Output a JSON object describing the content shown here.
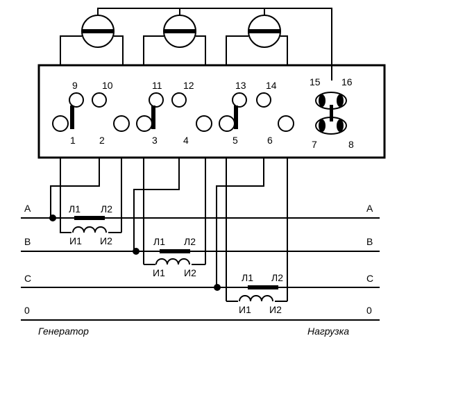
{
  "terminal_labels": {
    "t1": "1",
    "t2": "2",
    "t3": "3",
    "t4": "4",
    "t5": "5",
    "t6": "6",
    "t7": "7",
    "t8": "8",
    "t9": "9",
    "t10": "10",
    "t11": "11",
    "t12": "12",
    "t13": "13",
    "t14": "14",
    "t15": "15",
    "t16": "16"
  },
  "phases": {
    "left": [
      "A",
      "B",
      "C",
      "0"
    ],
    "right": [
      "A",
      "B",
      "C",
      "0"
    ]
  },
  "transformers": [
    {
      "l1": "Л1",
      "l2": "Л2",
      "i1": "И1",
      "i2": "И2"
    },
    {
      "l1": "Л1",
      "l2": "Л2",
      "i1": "И1",
      "i2": "И2"
    },
    {
      "l1": "Л1",
      "l2": "Л2",
      "i1": "И1",
      "i2": "И2"
    }
  ],
  "footer": {
    "left": "Генератор",
    "right": "Нагрузка"
  }
}
